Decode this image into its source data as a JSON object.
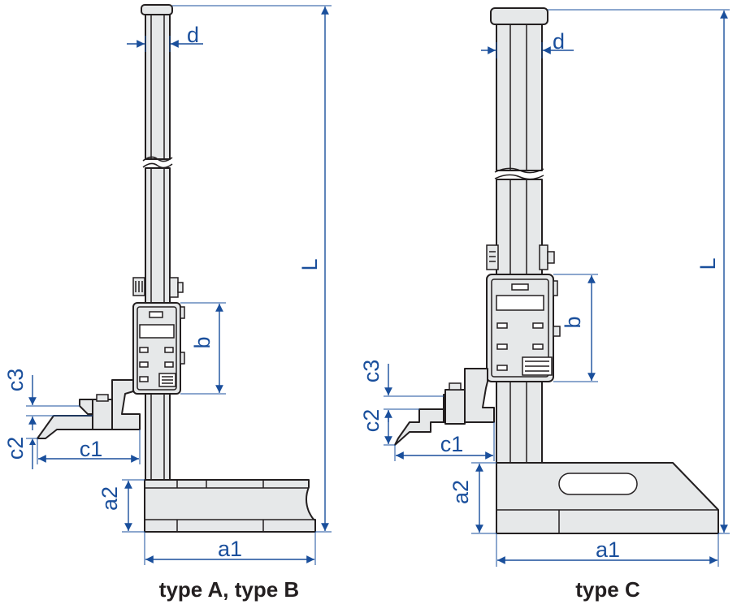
{
  "colors": {
    "dimension": "#1a4f9c",
    "outline": "#231f20",
    "fill": "#e6e8e9"
  },
  "left": {
    "caption": "type A, type B",
    "labels": {
      "L": "L",
      "d": "d",
      "b": "b",
      "c1": "c1",
      "c2": "c2",
      "c3": "c3",
      "a1": "a1",
      "a2": "a2"
    }
  },
  "right": {
    "caption": "type C",
    "labels": {
      "L": "L",
      "d": "d",
      "b": "b",
      "c1": "c1",
      "c2": "c2",
      "c3": "c3",
      "a1": "a1",
      "a2": "a2"
    }
  }
}
